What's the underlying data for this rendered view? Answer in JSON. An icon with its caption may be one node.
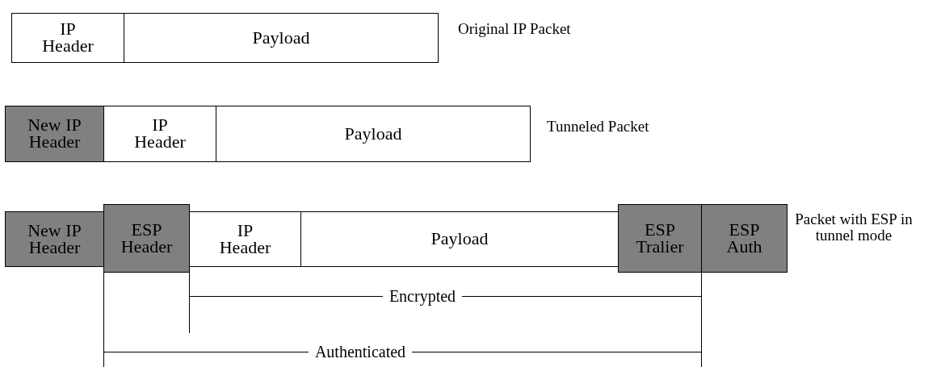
{
  "diagram": {
    "nodes": [
      {
        "text": [
          "IP Header"
        ]
      },
      {
        "text": [
          "Payload"
        ]
      },
      {
        "text": [
          "New IP Header"
        ]
      },
      {
        "text": [
          "IP Header"
        ]
      },
      {
        "text": [
          "Payload"
        ]
      },
      {
        "text": [
          "New IP Header"
        ]
      },
      {
        "text": [
          "ESP Header"
        ]
      },
      {
        "text": [
          "IP Header"
        ]
      },
      {
        "text": [
          "Payload"
        ]
      },
      {
        "text": [
          "ESP Tralier"
        ]
      },
      {
        "text": [
          "ESP Auth"
        ]
      }
    ],
    "edges": [],
    "labels": [
      "Original IP Packet",
      "Tunneled Packet",
      "Packet with ESP in tunnel mode",
      "Encrypted",
      "Authenticated"
    ]
  }
}
